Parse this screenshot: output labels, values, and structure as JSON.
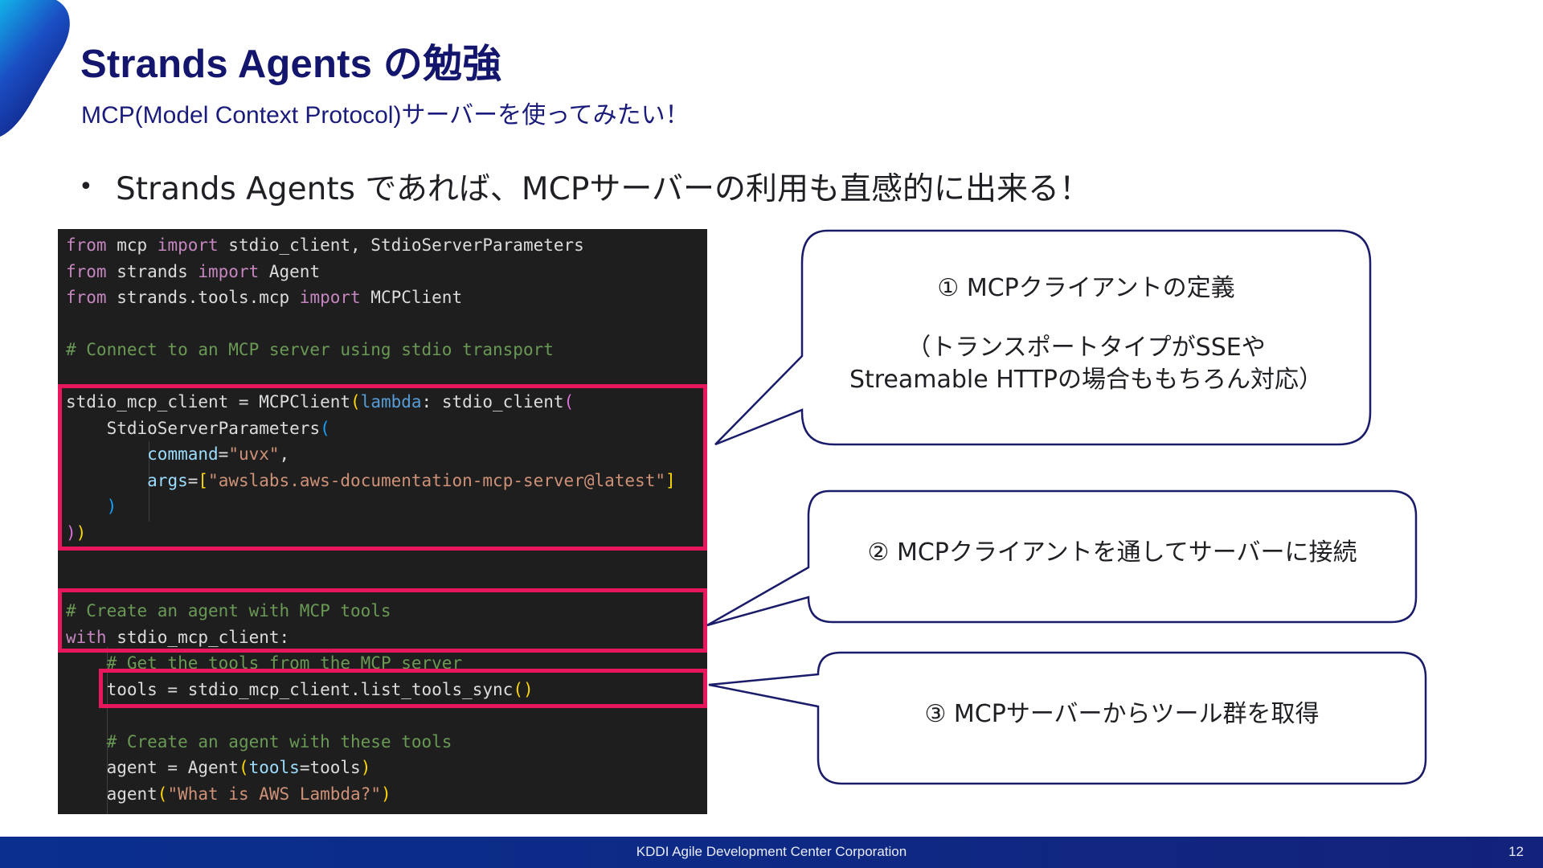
{
  "header": {
    "title": "Strands Agents の勉強",
    "subtitle": "MCP(Model Context Protocol)サーバーを使ってみたい！"
  },
  "bullet": {
    "text": "Strands Agents であれば、MCPサーバーの利用も直感的に出来る！"
  },
  "code": {
    "line_01": [
      "from",
      " mcp ",
      "import",
      " stdio_client, StdioServerParameters"
    ],
    "line_02": [
      "from",
      " strands ",
      "import",
      " Agent"
    ],
    "line_03": [
      "from",
      " strands.tools.mcp ",
      "import",
      " MCPClient"
    ],
    "line_05": "# Connect to an MCP server using stdio transport",
    "line_07": [
      "stdio_mcp_client = MCPClient",
      "(",
      "lambda",
      ": stdio_client",
      "("
    ],
    "line_08": [
      "StdioServerParameters",
      "("
    ],
    "line_09": [
      "command",
      "=",
      "\"uvx\"",
      ","
    ],
    "line_10": [
      "args",
      "=",
      "[",
      "\"awslabs.aws-documentation-mcp-server@latest\"",
      "]"
    ],
    "line_11": ")",
    "line_12": [
      ")",
      ")"
    ],
    "line_15": "# Create an agent with MCP tools",
    "line_16": [
      "with",
      " stdio_mcp_client:"
    ],
    "line_17": "# Get the tools from the MCP server",
    "line_18": [
      "tools = stdio_mcp_client.list_tools_sync",
      "()"
    ],
    "line_20": "# Create an agent with these tools",
    "line_21": [
      "agent = Agent",
      "(",
      "tools",
      "=tools",
      ")"
    ],
    "line_22": [
      "agent",
      "(",
      "\"What is AWS Lambda?\"",
      ")"
    ]
  },
  "callouts": [
    {
      "line1": "① MCPクライアントの定義",
      "line2": "（トランスポートタイプがSSEや",
      "line3": "Streamable HTTPの場合ももちろん対応）"
    },
    {
      "line1": "② MCPクライアントを通してサーバーに接続"
    },
    {
      "line1": "③ MCPサーバーからツール群を取得"
    }
  ],
  "footer": {
    "company": "KDDI Agile Development Center Corporation",
    "page_number": "12"
  },
  "colors": {
    "title": "#14166e",
    "highlight_border": "#e8175d",
    "callout_border": "#1a1b6a",
    "code_background": "#1e1e1e",
    "footer_background": "#0d2a86"
  }
}
